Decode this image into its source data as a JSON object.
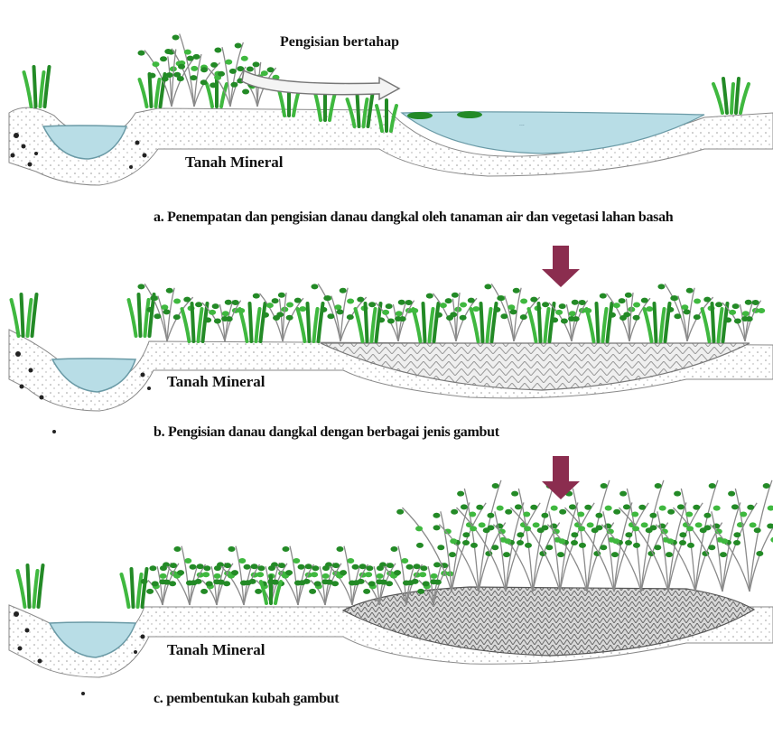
{
  "stage_a": {
    "arrow_label": "Pengisian bertahap",
    "soil_label": "Tanah Mineral",
    "lake_text": "...",
    "caption": "a. Penempatan dan pengisian danau dangkal oleh tanaman air dan vegetasi lahan basah"
  },
  "stage_b": {
    "soil_label": "Tanah Mineral",
    "caption": "b. Pengisian danau dangkal dengan berbagai jenis gambut"
  },
  "stage_c": {
    "soil_label": "Tanah Mineral",
    "caption": "c. pembentukan kubah gambut"
  },
  "colors": {
    "water": "#b8dde6",
    "water_stroke": "#6a9aa6",
    "leaf_green": "#3fb83f",
    "leaf_dark": "#238a26",
    "shrub_stem": "#8a8a8a",
    "soil": "#9a9a9a",
    "peat_layer": "#c9c9c9",
    "down_arrow": "#8b2d4f"
  },
  "icons": [
    "shrub-icon",
    "grass-tuft-icon",
    "down-arrow-icon",
    "curved-arrow-icon"
  ]
}
